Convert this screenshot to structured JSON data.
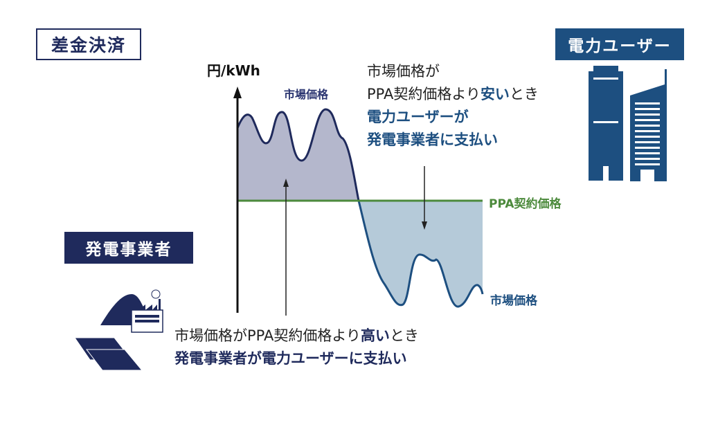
{
  "title": "差金決済",
  "user_label": "電力ユーザー",
  "generator_label": "発電事業者",
  "y_axis_unit": "円/kWh",
  "market_price_label_top": "市場価格",
  "market_price_label_bottom": "市場価格",
  "ppa_price_label": "PPA契約価格",
  "low_case": {
    "line1_a": "市場価格が",
    "line2_a": "PPA契約価格より",
    "line2_b": "安い",
    "line2_c": "とき",
    "line3": "電力ユーザーが",
    "line4": "発電事業者に支払い"
  },
  "high_case": {
    "line1_a": "市場価格がPPA契約価格より",
    "line1_b": "高い",
    "line1_c": "とき",
    "line2": "発電事業者が電力ユーザーに支払い"
  },
  "colors": {
    "navy": "#1f2a5c",
    "blue": "#1d4f80",
    "green": "#4c8a3c",
    "fill_above": "#b4b7cc",
    "fill_below": "#b5cad9"
  }
}
